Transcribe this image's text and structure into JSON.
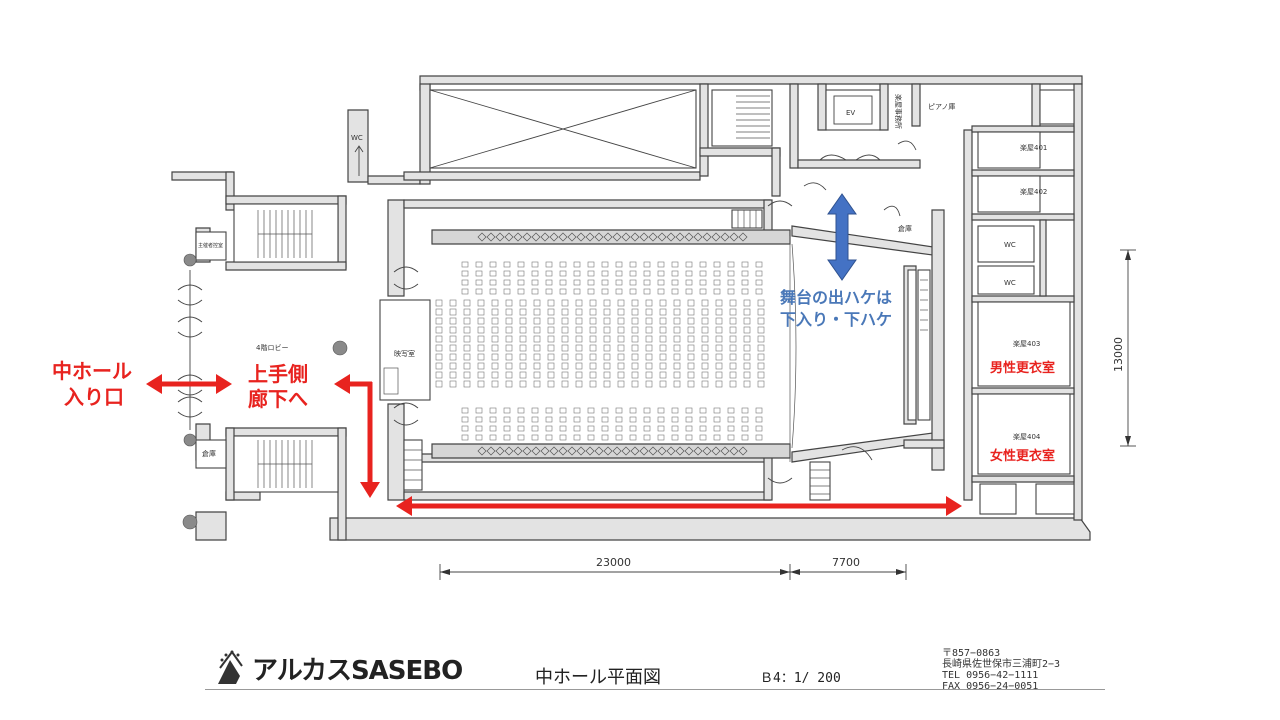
{
  "labels": {
    "wc_top": "WC",
    "lobby": "4階ロビー",
    "control_room": "主催者控室",
    "storage_left": "倉庫",
    "projection": "映写室",
    "ev": "EV",
    "stage_office": "楽屋事務所",
    "piano_storage": "ピアノ庫",
    "storage_stage": "倉庫",
    "dressing_401": "楽屋401",
    "dressing_402": "楽屋402",
    "dressing_403": "楽屋403",
    "dressing_404": "楽屋404",
    "wc_1": "WC",
    "wc_2": "WC"
  },
  "dimensions": {
    "width_hall": "23000",
    "width_stage": "7700",
    "depth": "13000"
  },
  "annotations": {
    "entrance_line1": "中ホール",
    "entrance_line2": "入り口",
    "corridor_line1": "上手側",
    "corridor_line2": "廊下へ",
    "stage_line1": "舞台の出ハケは",
    "stage_line2": "下入り・下ハケ",
    "male_room": "男性更衣室",
    "female_room": "女性更衣室"
  },
  "colors": {
    "annotation_red": "#e8231f",
    "annotation_blue": "#4a78b8"
  },
  "footer": {
    "logo": "アルカスSASEBO",
    "title": "中ホール平面図",
    "scale": "Ｂ4：1/ 200",
    "postal": "〒857−0863",
    "address": "長崎県佐世保市三浦町2−3",
    "tel": "TEL 0956−42−1111",
    "fax": "FAX 0956−24−0051"
  }
}
